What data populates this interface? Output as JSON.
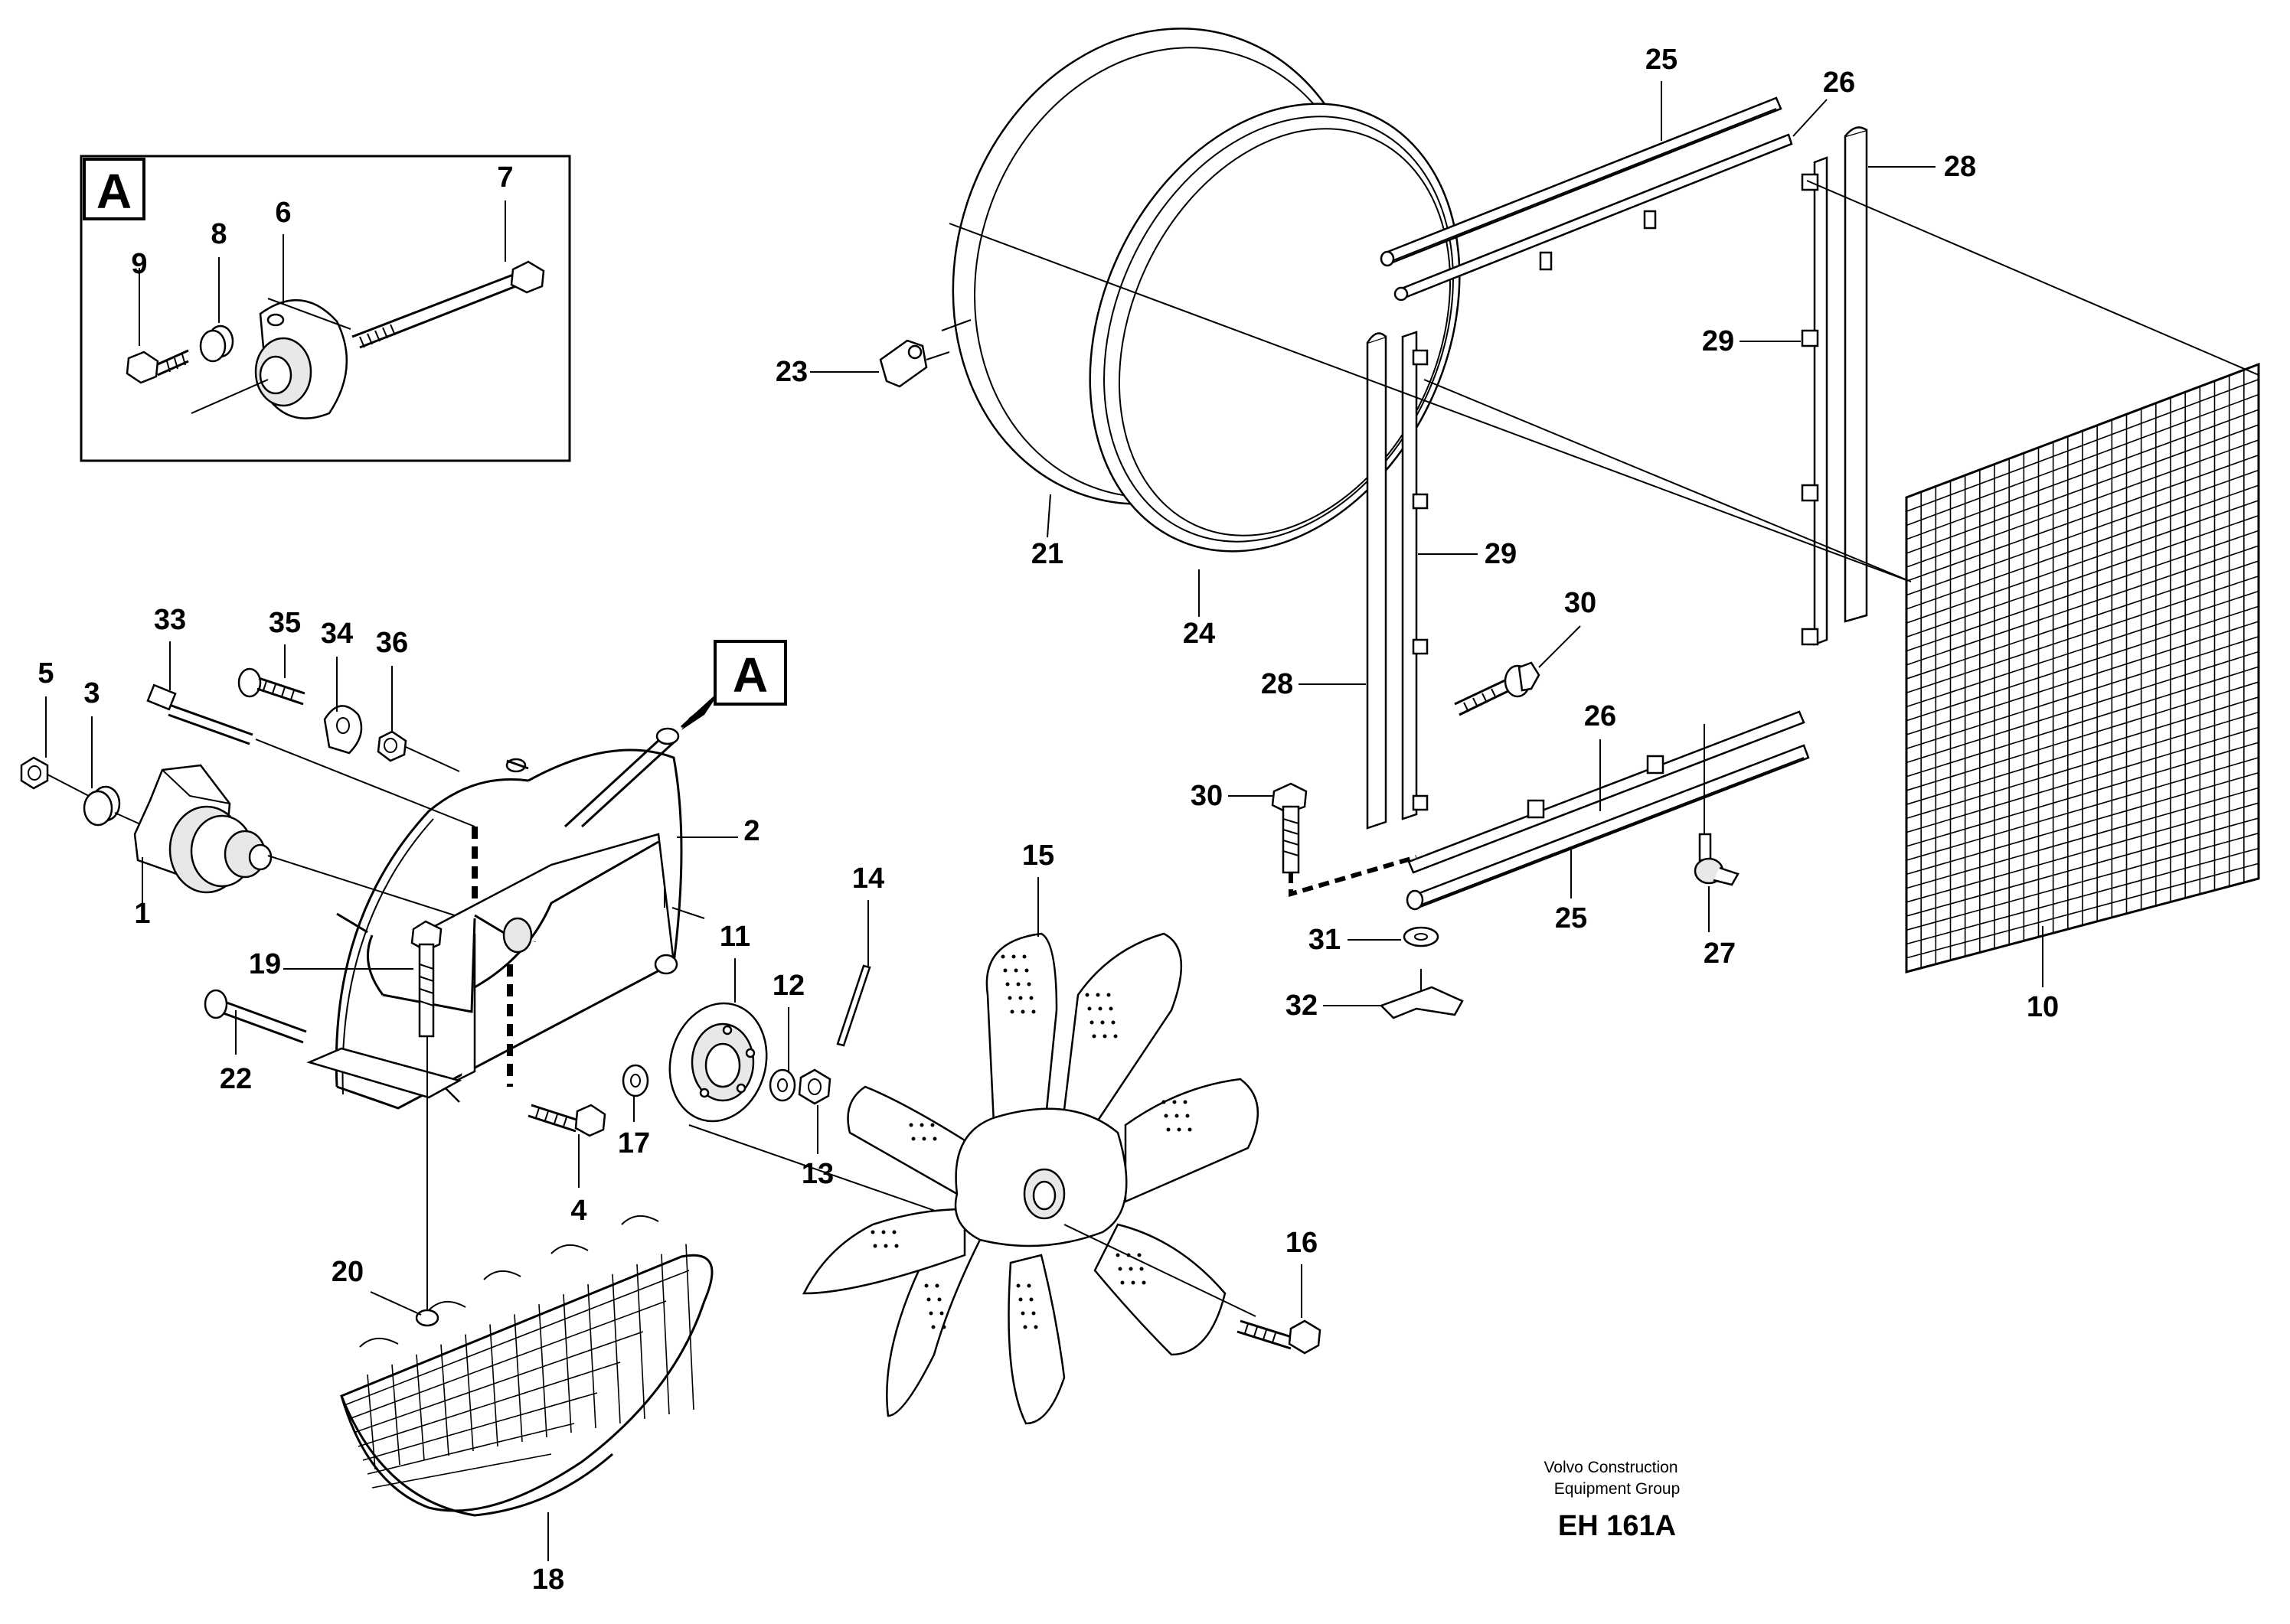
{
  "detail_callout": {
    "letter": "A"
  },
  "main_callout": {
    "letter": "A"
  },
  "parts": [
    {
      "id": "p1",
      "label": "1"
    },
    {
      "id": "p2",
      "label": "2"
    },
    {
      "id": "p3",
      "label": "3"
    },
    {
      "id": "p4",
      "label": "4"
    },
    {
      "id": "p5",
      "label": "5"
    },
    {
      "id": "p6",
      "label": "6"
    },
    {
      "id": "p7",
      "label": "7"
    },
    {
      "id": "p8",
      "label": "8"
    },
    {
      "id": "p9",
      "label": "9"
    },
    {
      "id": "p10",
      "label": "10"
    },
    {
      "id": "p11",
      "label": "11"
    },
    {
      "id": "p12",
      "label": "12"
    },
    {
      "id": "p13",
      "label": "13"
    },
    {
      "id": "p14",
      "label": "14"
    },
    {
      "id": "p15",
      "label": "15"
    },
    {
      "id": "p16",
      "label": "16"
    },
    {
      "id": "p17",
      "label": "17"
    },
    {
      "id": "p18",
      "label": "18"
    },
    {
      "id": "p19",
      "label": "19"
    },
    {
      "id": "p20",
      "label": "20"
    },
    {
      "id": "p21",
      "label": "21"
    },
    {
      "id": "p22",
      "label": "22"
    },
    {
      "id": "p23",
      "label": "23"
    },
    {
      "id": "p24",
      "label": "24"
    },
    {
      "id": "p25a",
      "label": "25"
    },
    {
      "id": "p25b",
      "label": "25"
    },
    {
      "id": "p26a",
      "label": "26"
    },
    {
      "id": "p26b",
      "label": "26"
    },
    {
      "id": "p27",
      "label": "27"
    },
    {
      "id": "p28a",
      "label": "28"
    },
    {
      "id": "p28b",
      "label": "28"
    },
    {
      "id": "p29a",
      "label": "29"
    },
    {
      "id": "p29b",
      "label": "29"
    },
    {
      "id": "p30a",
      "label": "30"
    },
    {
      "id": "p30b",
      "label": "30"
    },
    {
      "id": "p31",
      "label": "31"
    },
    {
      "id": "p32",
      "label": "32"
    },
    {
      "id": "p33",
      "label": "33"
    },
    {
      "id": "p34",
      "label": "34"
    },
    {
      "id": "p35",
      "label": "35"
    },
    {
      "id": "p36",
      "label": "36"
    }
  ],
  "footer": {
    "company_line1": "Volvo Construction",
    "company_line2": "Equipment Group",
    "drawing_code": "EH 161A"
  }
}
